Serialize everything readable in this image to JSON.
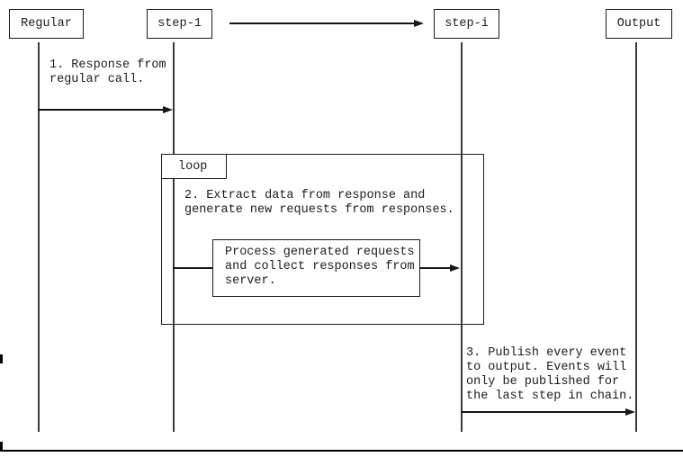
{
  "actors": {
    "regular": {
      "label": "Regular"
    },
    "step1": {
      "label": "step-1"
    },
    "stepi": {
      "label": "step-i"
    },
    "output": {
      "label": "Output"
    }
  },
  "loop": {
    "label": "loop"
  },
  "messages": {
    "msg1": {
      "label": "1. Response from\nregular call."
    },
    "msg2": {
      "label": "2. Extract data from response and\ngenerate new requests from responses."
    },
    "process": {
      "label": "Process generated requests\nand collect responses from\nserver."
    },
    "msg3": {
      "label": "3. Publish every event\nto output. Events will\nonly be published for\nthe last step in chain."
    }
  },
  "colors": {
    "line": "#1c1c1c",
    "text": "#1c1c1c",
    "background": "#ffffff"
  }
}
